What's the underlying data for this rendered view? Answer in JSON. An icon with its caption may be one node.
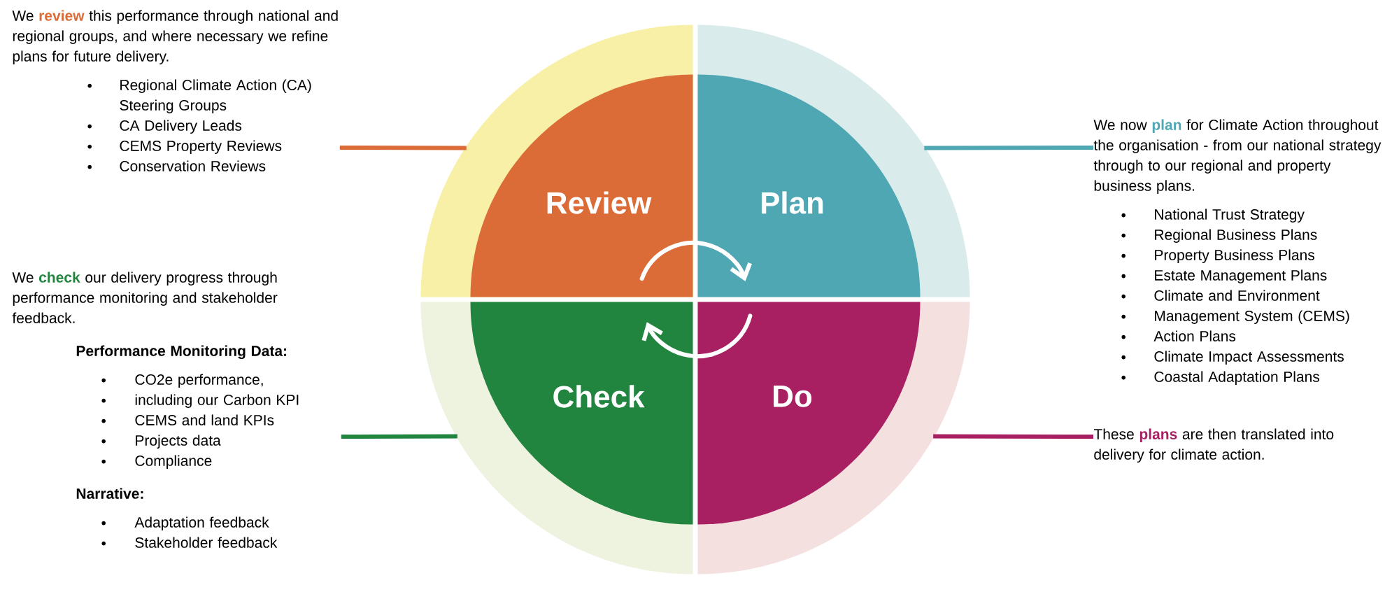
{
  "diagram": {
    "nodes": [
      {
        "text": [
          "We **review** this performance through national and regional groups, and where necessary we refine plans for future delivery.",
          "Regional Climate Action (CA) Steering Groups",
          "CA Delivery Leads",
          "CEMS Property Reviews",
          "Conservation Reviews"
        ]
      },
      {
        "text": [],
        "shape": "sector"
      },
      {
        "text": [
          "Review"
        ],
        "in": 1
      },
      {
        "text": [],
        "shape": "sector"
      },
      {
        "text": [
          "Plan"
        ],
        "in": 3
      },
      {
        "text": [
          "We now **plan** for Climate Action throughout the organisation - from our national strategy through to our regional and property business plans.",
          "National Trust Strategy",
          "Regional Business Plans",
          "Property Business Plans",
          "Estate Management Plans",
          "Climate and Environment",
          "Management System (CEMS)",
          "Action Plans",
          "Climate Impact Assessments",
          "Coastal Adaptation Plans"
        ]
      },
      {
        "text": [
          "We **check** our delivery progress through performance monitoring and stakeholder feedback.",
          "Performance Monitoring Data:",
          "CO2e performance,",
          "including our Carbon KPI",
          "CEMS and land KPIs",
          "Projects data",
          "Compliance",
          "Narrative:",
          "Adaptation feedback",
          "Stakeholder feedback"
        ]
      },
      {
        "text": [],
        "shape": "sector"
      },
      {
        "text": [
          "Check"
        ],
        "in": 7
      },
      {
        "text": [],
        "shape": "sector"
      },
      {
        "text": [
          "Do"
        ],
        "in": 9
      },
      {
        "text": [
          "These **plans** are then translated into delivery for climate action."
        ]
      }
    ],
    "edges": [
      {
        "from": 0,
        "to": 1,
        "arrow": "none",
        "color": "#db6b37"
      },
      {
        "from": 5,
        "to": 3,
        "arrow": "none",
        "color": "#4ea7b3"
      },
      {
        "from": 6,
        "to": 7,
        "arrow": "none",
        "color": "#218540"
      },
      {
        "from": 11,
        "to": 9,
        "arrow": "none",
        "color": "#a82062"
      },
      {
        "from": 2,
        "to": 4,
        "arrow": "to",
        "color": "#ffffff"
      },
      {
        "from": 10,
        "to": 8,
        "arrow": "to",
        "color": "#ffffff"
      }
    ]
  }
}
